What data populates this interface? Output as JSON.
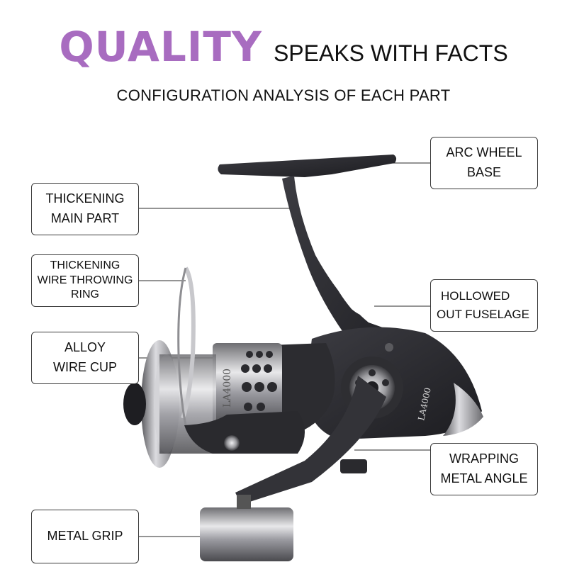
{
  "header": {
    "headline_accent": "QUALITY",
    "headline_rest": "SPEAKS WITH FACTS",
    "subtitle": "CONFIGURATION ANALYSIS OF EACH PART"
  },
  "product": {
    "model_label": "LA4000"
  },
  "callouts": {
    "arc_wheel_base": {
      "line1": "ARC WHEEL",
      "line2": "BASE"
    },
    "thickening_main_part": {
      "line1": "THICKENING",
      "line2": "MAIN PART"
    },
    "wire_throwing_ring": {
      "line1": "THICKENING",
      "line2": "WIRE THROWING",
      "line3": "RING"
    },
    "hollowed_fuselage": {
      "line1": "HOLLOWED",
      "line2": "OUT FUSELAGE"
    },
    "alloy_wire_cup": {
      "line1": "ALLOY",
      "line2": "WIRE CUP"
    },
    "wrapping_metal_angle": {
      "line1": "WRAPPING",
      "line2": "METAL ANGLE"
    },
    "metal_grip": {
      "line1": "METAL GRIP"
    }
  },
  "colors": {
    "accent": "#a86cc0",
    "text": "#111111",
    "reel_body": "#2a2a2e",
    "reel_metal": "#b8b8bc"
  }
}
